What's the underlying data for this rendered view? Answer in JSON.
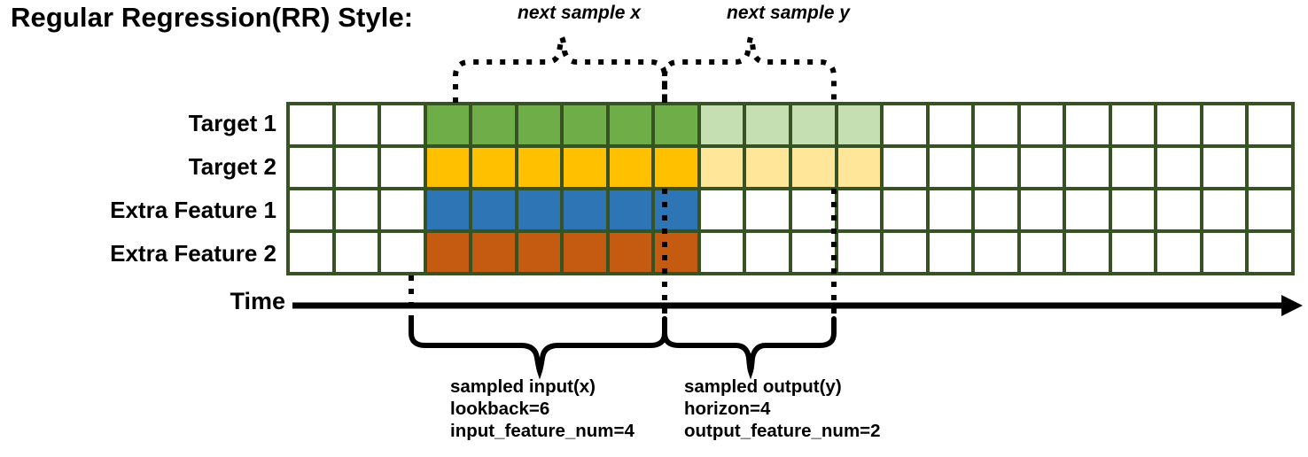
{
  "title": "Regular Regression(RR) Style:",
  "annotations": {
    "top_left_label": "next sample x",
    "top_right_label": "next sample y"
  },
  "axis": {
    "time_label": "Time",
    "arrow_icon": "right-arrow-icon"
  },
  "rows": [
    {
      "label": "Target 1",
      "key": "target-1"
    },
    {
      "label": "Target 2",
      "key": "target-2"
    },
    {
      "label": "Extra Feature 1",
      "key": "extra-feature-1"
    },
    {
      "label": "Extra Feature 2",
      "key": "extra-feature-2"
    }
  ],
  "grid": {
    "columns": 22,
    "rows": 4,
    "border_color": "#375323",
    "empty_color": "#ffffff",
    "lookback_start_col": 3,
    "lookback_end_col": 9,
    "horizon_start_col": 9,
    "horizon_end_col": 13
  },
  "colors": {
    "grid_border": "#375323",
    "target1_input": "#6FAD49",
    "target1_output": "#C5DFB3",
    "target2_input": "#FFC000",
    "target2_output": "#FFE699",
    "feature1_input": "#2E75B6",
    "feature2_input": "#C55A11",
    "empty": "#ffffff",
    "line": "#000000"
  },
  "cell_fills": [
    [
      "#ffffff",
      "#ffffff",
      "#ffffff",
      "#6FAD49",
      "#6FAD49",
      "#6FAD49",
      "#6FAD49",
      "#6FAD49",
      "#6FAD49",
      "#C5DFB3",
      "#C5DFB3",
      "#C5DFB3",
      "#C5DFB3",
      "#ffffff",
      "#ffffff",
      "#ffffff",
      "#ffffff",
      "#ffffff",
      "#ffffff",
      "#ffffff",
      "#ffffff",
      "#ffffff"
    ],
    [
      "#ffffff",
      "#ffffff",
      "#ffffff",
      "#FFC000",
      "#FFC000",
      "#FFC000",
      "#FFC000",
      "#FFC000",
      "#FFC000",
      "#FFE699",
      "#FFE699",
      "#FFE699",
      "#FFE699",
      "#ffffff",
      "#ffffff",
      "#ffffff",
      "#ffffff",
      "#ffffff",
      "#ffffff",
      "#ffffff",
      "#ffffff",
      "#ffffff"
    ],
    [
      "#ffffff",
      "#ffffff",
      "#ffffff",
      "#2E75B6",
      "#2E75B6",
      "#2E75B6",
      "#2E75B6",
      "#2E75B6",
      "#2E75B6",
      "#ffffff",
      "#ffffff",
      "#ffffff",
      "#ffffff",
      "#ffffff",
      "#ffffff",
      "#ffffff",
      "#ffffff",
      "#ffffff",
      "#ffffff",
      "#ffffff",
      "#ffffff",
      "#ffffff"
    ],
    [
      "#ffffff",
      "#ffffff",
      "#ffffff",
      "#C55A11",
      "#C55A11",
      "#C55A11",
      "#C55A11",
      "#C55A11",
      "#C55A11",
      "#ffffff",
      "#ffffff",
      "#ffffff",
      "#ffffff",
      "#ffffff",
      "#ffffff",
      "#ffffff",
      "#ffffff",
      "#ffffff",
      "#ffffff",
      "#ffffff",
      "#ffffff",
      "#ffffff"
    ]
  ],
  "captions": {
    "input": {
      "line1": "sampled input(x)",
      "line2": "lookback=6",
      "line3": "input_feature_num=4"
    },
    "output": {
      "line1": "sampled output(y)",
      "line2": "horizon=4",
      "line3": "output_feature_num=2"
    }
  }
}
